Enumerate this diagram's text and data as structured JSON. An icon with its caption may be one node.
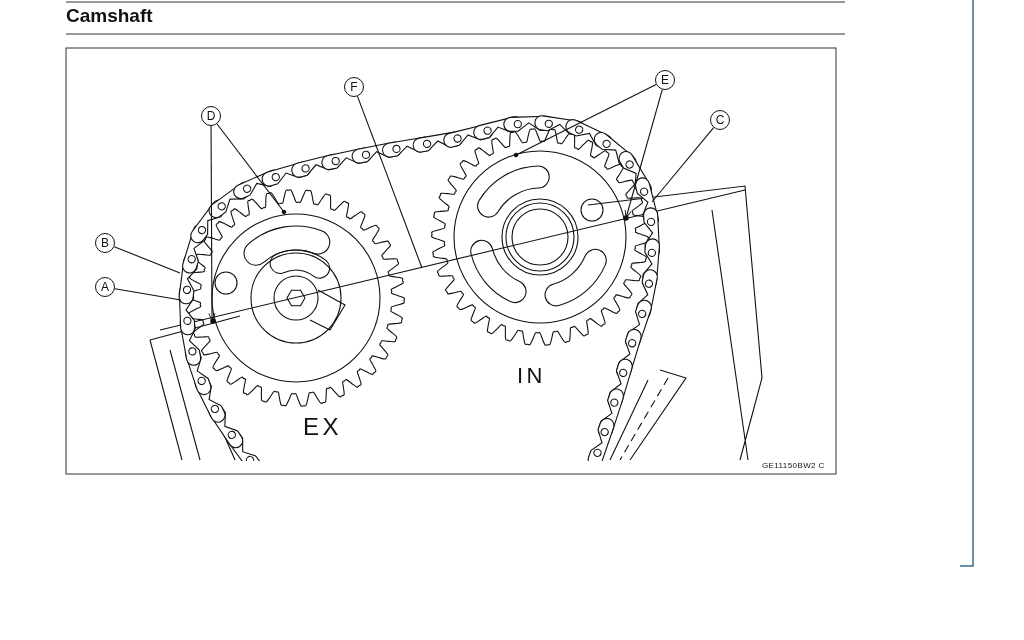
{
  "diagram": {
    "title": "Camshaft",
    "nodes": [
      {
        "text": [
          "E"
        ]
      },
      {
        "text": [
          "F"
        ]
      },
      {
        "text": [
          "D"
        ]
      },
      {
        "text": [
          "C"
        ]
      },
      {
        "text": [
          "B"
        ]
      },
      {
        "text": [
          "A"
        ]
      }
    ],
    "edges": [
      {
        "from": 0,
        "to": null,
        "arrow": "other"
      },
      {
        "from": 0,
        "to": null,
        "arrow": "to"
      },
      {
        "from": 1,
        "to": null,
        "arrow": "none"
      },
      {
        "from": 2,
        "to": null,
        "arrow": "to"
      },
      {
        "from": 2,
        "to": null,
        "arrow": "other"
      },
      {
        "from": 3,
        "to": null,
        "arrow": "none"
      },
      {
        "from": 4,
        "to": null,
        "arrow": "none"
      },
      {
        "from": 5,
        "to": null,
        "arrow": "none"
      }
    ],
    "labels": [
      "EX",
      "IN",
      "GE11150BW2 C"
    ]
  }
}
